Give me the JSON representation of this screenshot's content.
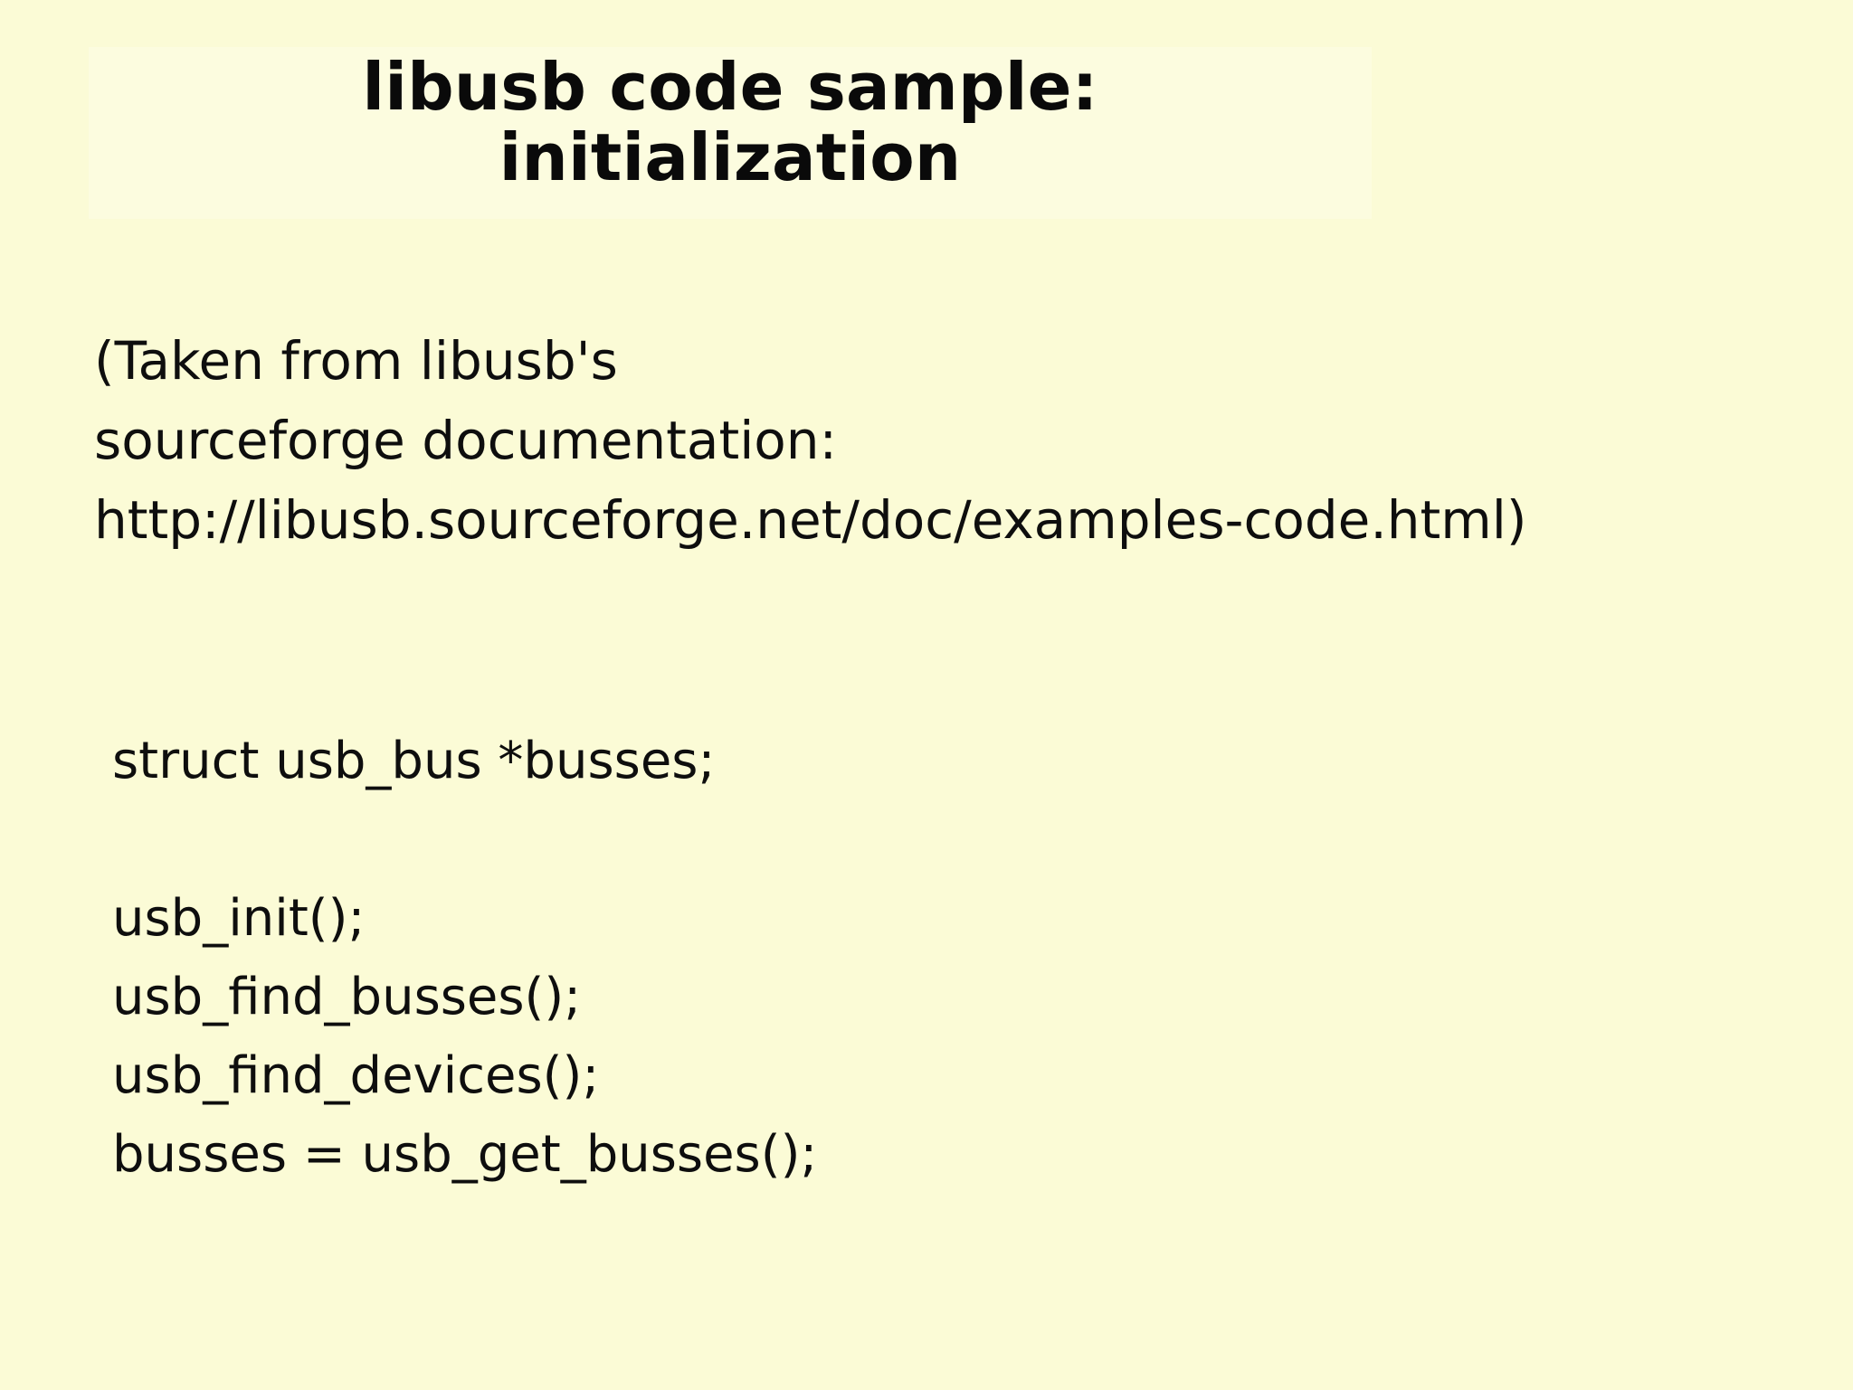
{
  "slide": {
    "background_color": "#fbfbd6",
    "title_band_color": "#fcfcdf",
    "text_color": "#0e0e0e",
    "title": {
      "line1": "libusb code sample:",
      "line2": "initialization"
    },
    "body": {
      "lines": [
        "(Taken from libusb's",
        "sourceforge documentation:",
        "http://libusb.sourceforge.net/doc/examples-code.html)"
      ]
    },
    "code": {
      "lines": [
        "struct usb_bus *busses;",
        "",
        "usb_init();",
        "usb_find_busses();",
        "usb_find_devices();",
        "busses = usb_get_busses();"
      ]
    }
  }
}
